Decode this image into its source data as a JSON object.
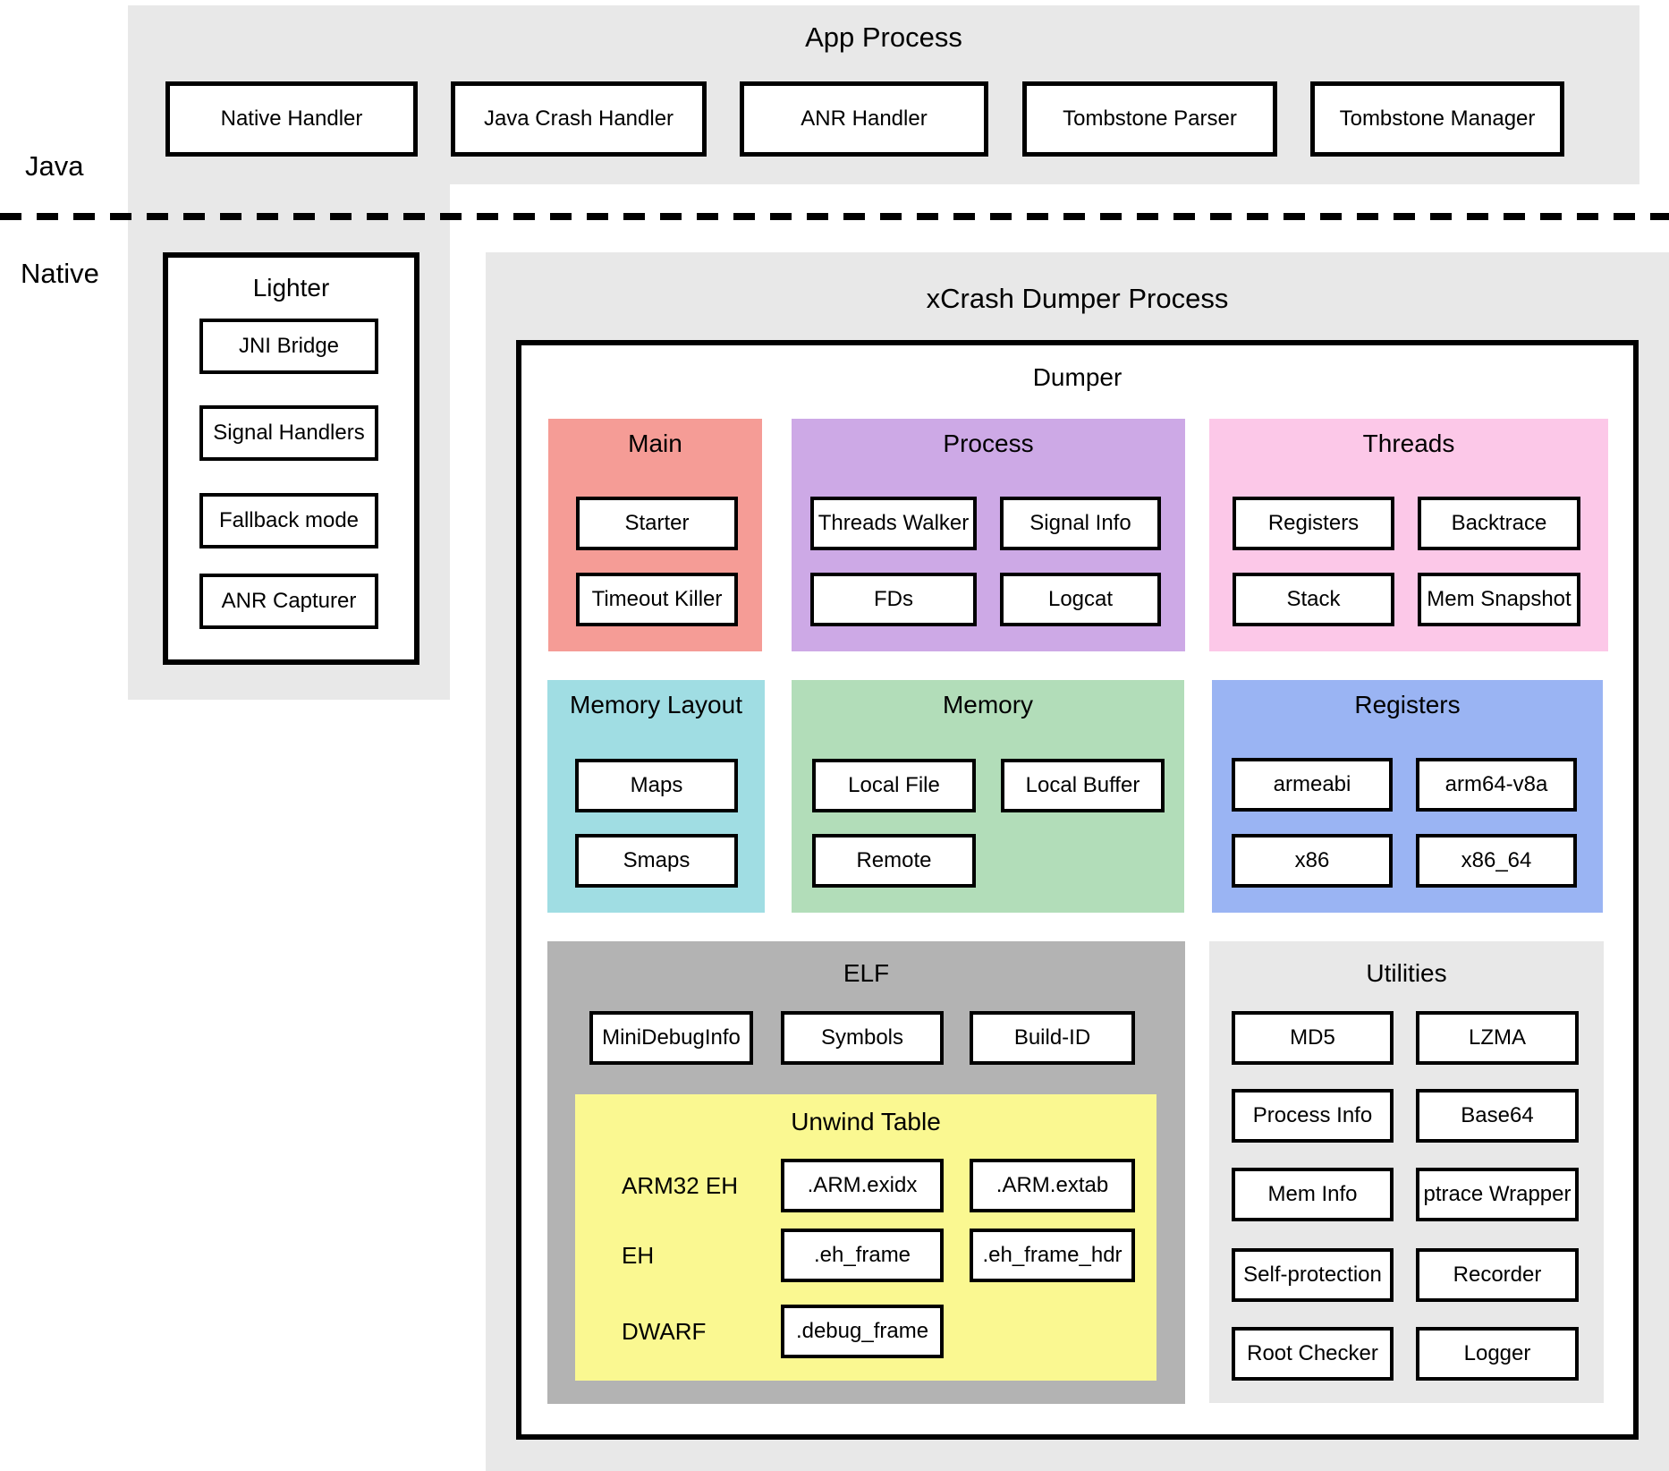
{
  "colors": {
    "region_gray": "#e8e8e8",
    "box_border": "#000000",
    "main": "#f59c96",
    "process": "#cda9e6",
    "threads": "#fcc8e8",
    "memory_layout": "#a0dde3",
    "memory": "#b2ddb9",
    "registers": "#9ab4f3",
    "elf": "#b3b3b3",
    "unwind": "#faf891",
    "utilities": "#e8e8e8"
  },
  "labels": {
    "java": "Java",
    "native": "Native"
  },
  "app_process": {
    "title": "App Process",
    "boxes": [
      "Native Handler",
      "Java Crash Handler",
      "ANR Handler",
      "Tombstone Parser",
      "Tombstone Manager"
    ]
  },
  "lighter": {
    "title": "Lighter",
    "boxes": [
      "JNI Bridge",
      "Signal Handlers",
      "Fallback mode",
      "ANR Capturer"
    ]
  },
  "dumper_process": {
    "title": "xCrash Dumper Process",
    "inner_title": "Dumper",
    "sections": {
      "main": {
        "title": "Main",
        "boxes": [
          "Starter",
          "Timeout Killer"
        ]
      },
      "process": {
        "title": "Process",
        "boxes": [
          "Threads Walker",
          "Signal Info",
          "FDs",
          "Logcat"
        ]
      },
      "threads": {
        "title": "Threads",
        "boxes": [
          "Registers",
          "Backtrace",
          "Stack",
          "Mem Snapshot"
        ]
      },
      "memory_layout": {
        "title": "Memory Layout",
        "boxes": [
          "Maps",
          "Smaps"
        ]
      },
      "memory": {
        "title": "Memory",
        "boxes": [
          "Local File",
          "Local Buffer",
          "Remote"
        ]
      },
      "registers": {
        "title": "Registers",
        "boxes": [
          "armeabi",
          "arm64-v8a",
          "x86",
          "x86_64"
        ]
      },
      "elf": {
        "title": "ELF",
        "boxes": [
          "MiniDebugInfo",
          "Symbols",
          "Build-ID"
        ],
        "unwind_table": {
          "title": "Unwind Table",
          "rows": [
            {
              "label": "ARM32 EH",
              "boxes": [
                ".ARM.exidx",
                ".ARM.extab"
              ]
            },
            {
              "label": "EH",
              "boxes": [
                ".eh_frame",
                ".eh_frame_hdr"
              ]
            },
            {
              "label": "DWARF",
              "boxes": [
                ".debug_frame"
              ]
            }
          ]
        }
      },
      "utilities": {
        "title": "Utilities",
        "boxes": [
          "MD5",
          "LZMA",
          "Process Info",
          "Base64",
          "Mem Info",
          "ptrace Wrapper",
          "Self-protection",
          "Recorder",
          "Root Checker",
          "Logger"
        ]
      }
    }
  }
}
